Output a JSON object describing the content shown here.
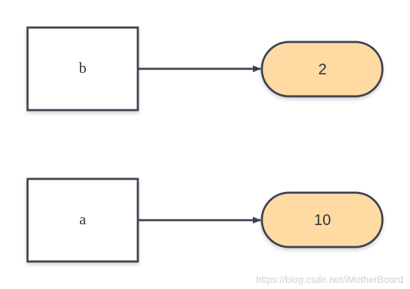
{
  "nodes": {
    "var_b": {
      "label": "b"
    },
    "val_b": {
      "label": "2"
    },
    "var_a": {
      "label": "a"
    },
    "val_a": {
      "label": "10"
    }
  },
  "colors": {
    "stroke": "#3c4350",
    "value_fill": "#ffdaa3",
    "var_fill": "#ffffff",
    "text": "#333333",
    "watermark": "#d0d0d0"
  },
  "watermark": "https://blog.csdn.net/iMotherBoard"
}
